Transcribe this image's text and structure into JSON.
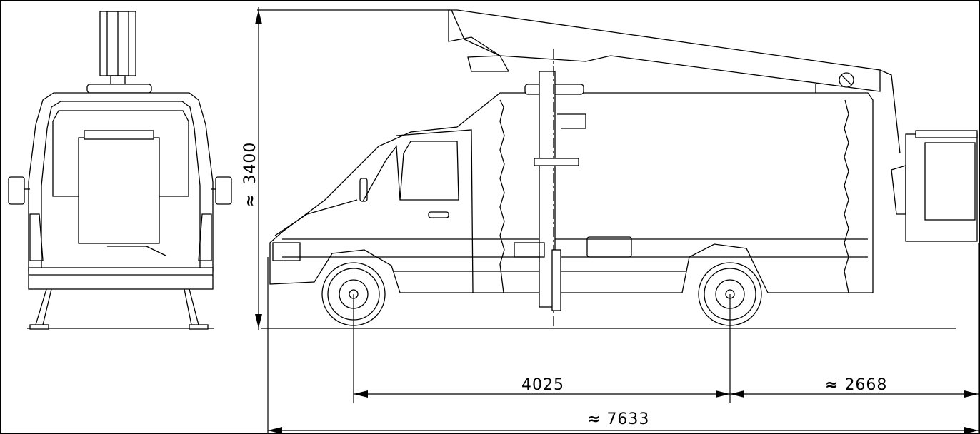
{
  "dimensions": {
    "height": {
      "prefix": "≈",
      "value": "3400"
    },
    "wheelbase": {
      "prefix": "",
      "value": "4025"
    },
    "rear_overhang": {
      "prefix": "≈",
      "value": "2668"
    },
    "overall_length": {
      "prefix": "≈",
      "value": "7633"
    }
  }
}
